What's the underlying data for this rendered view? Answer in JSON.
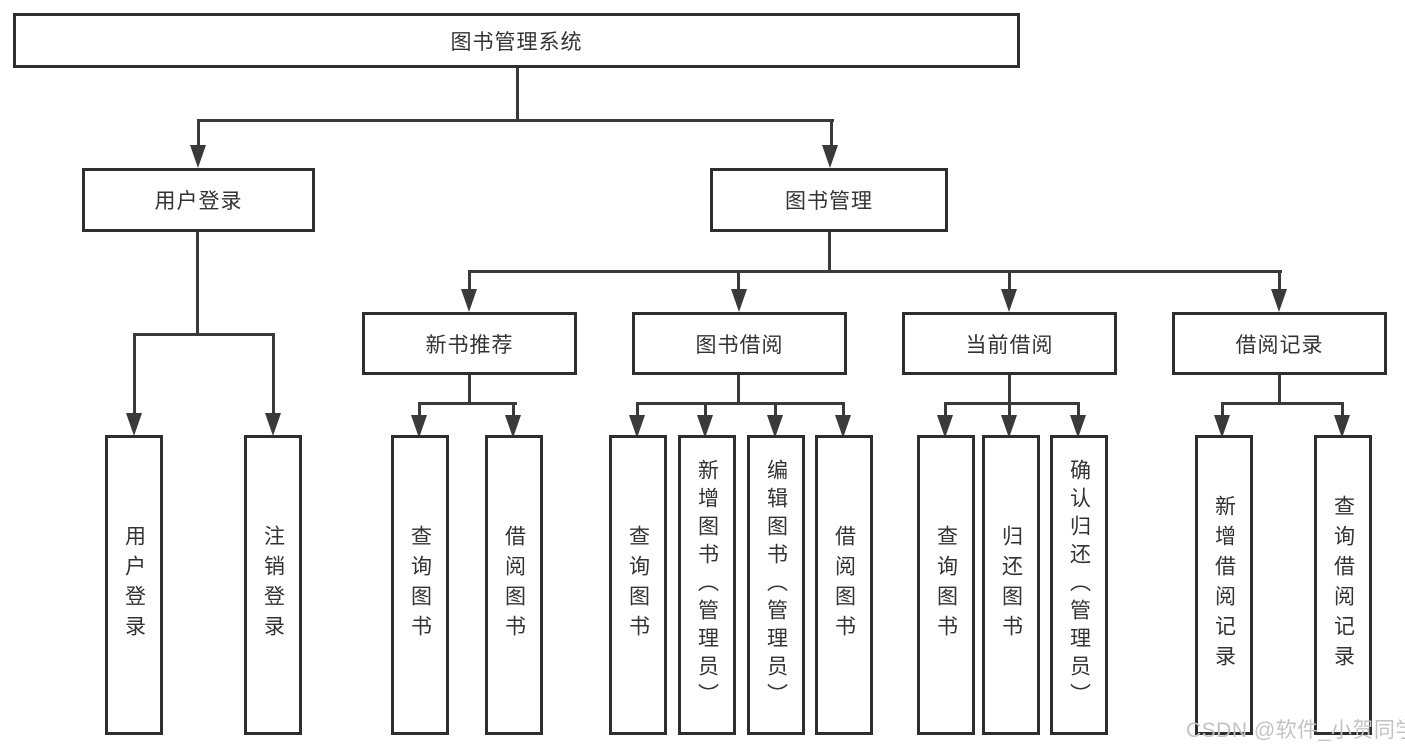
{
  "diagram": {
    "root": {
      "label": "图书管理系统"
    },
    "branches": [
      {
        "label": "用户登录",
        "children": [
          "用户登录",
          "注销登录"
        ]
      },
      {
        "label": "图书管理",
        "groups": [
          {
            "label": "新书推荐",
            "children": [
              "查询图书",
              "借阅图书"
            ]
          },
          {
            "label": "图书借阅",
            "children": [
              "查询图书",
              "新增图书（管理员）",
              "编辑图书（管理员）",
              "借阅图书"
            ]
          },
          {
            "label": "当前借阅",
            "children": [
              "查询图书",
              "归还图书",
              "确认归还（管理员）"
            ]
          },
          {
            "label": "借阅记录",
            "children": [
              "新增借阅记录",
              "查询借阅记录"
            ]
          }
        ]
      }
    ]
  },
  "watermark": "CSDN @软件_小贺同学",
  "colors": {
    "background": "#ffffff",
    "box_border": "#2e2e2e",
    "connector_line": "#3a3a3a",
    "text": "#333333",
    "watermark_text": "#c3c3c3"
  }
}
